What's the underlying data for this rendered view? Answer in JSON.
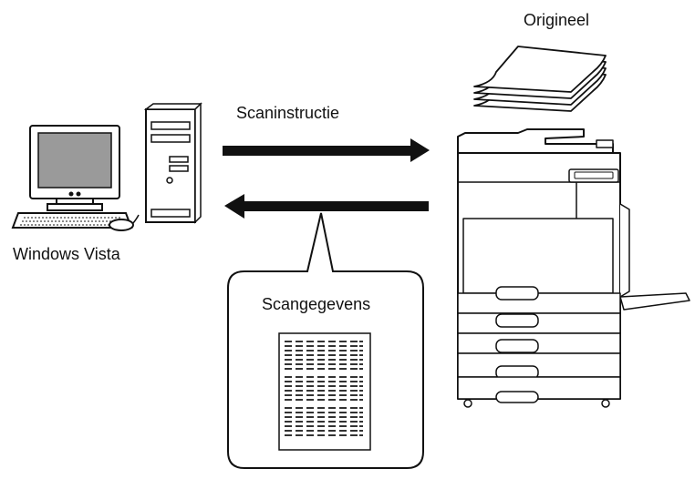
{
  "labels": {
    "original": "Origineel",
    "scan_instruction": "Scaninstructie",
    "computer": "Windows Vista",
    "scan_data": "Scangegevens"
  },
  "arrows": [
    {
      "label": "Scaninstructie",
      "direction": "right"
    },
    {
      "label": "Scangegevens",
      "direction": "left"
    }
  ],
  "icons": [
    "computer-icon",
    "paper-stack-icon",
    "mfp-printer-icon",
    "scanned-document-icon"
  ],
  "colors": {
    "stroke": "#111111",
    "screen": "#9a9a9a",
    "background": "#ffffff"
  }
}
